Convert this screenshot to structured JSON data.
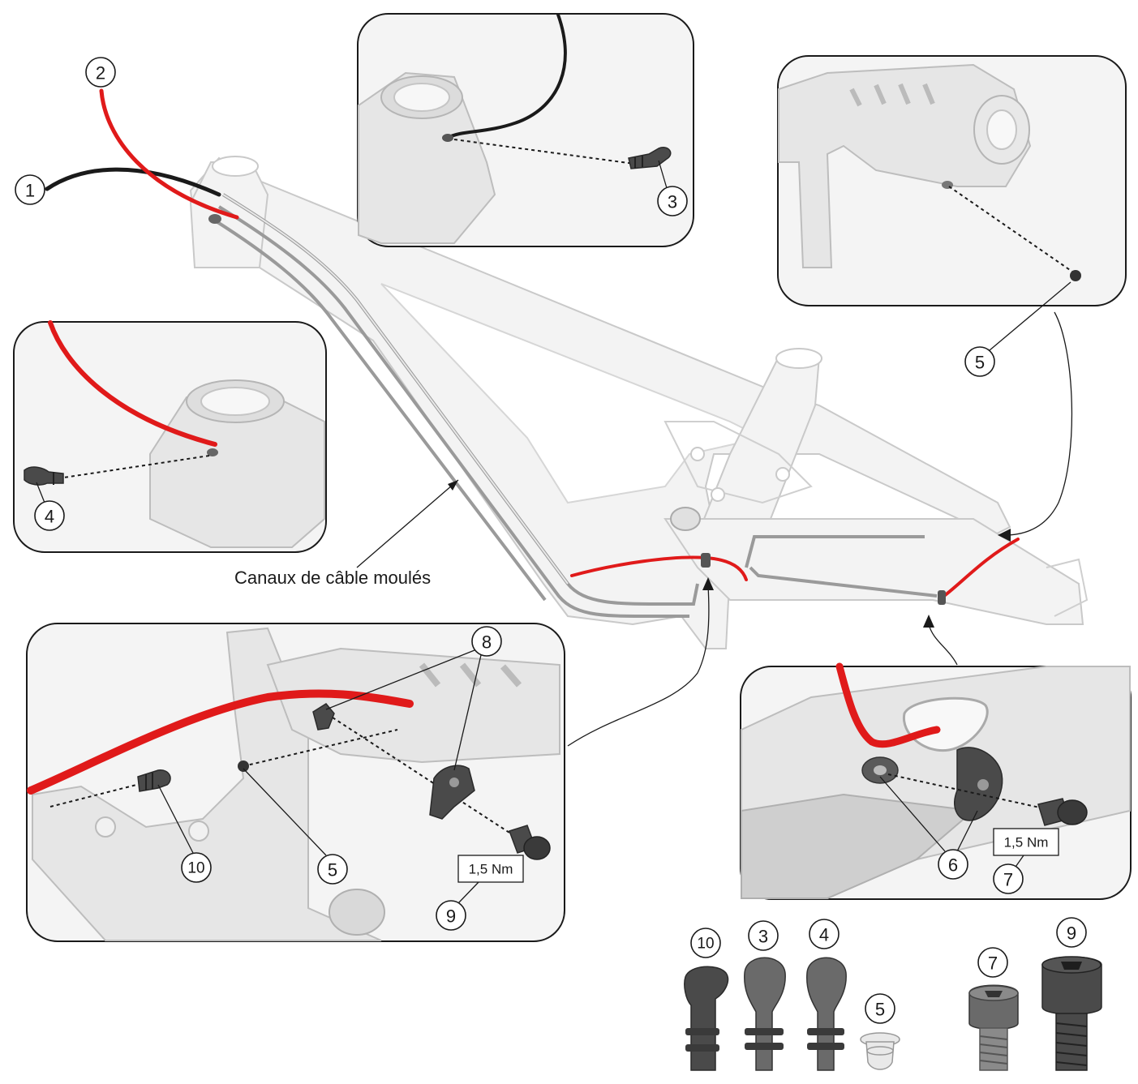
{
  "caption": "Canaux de câble moulés",
  "torque": {
    "screw_9": "1,5 Nm",
    "screw_7": "1,5 Nm"
  },
  "callouts": {
    "c1": "1",
    "c2": "2",
    "c3": "3",
    "c4": "4",
    "c5_top": "5",
    "c8": "8",
    "c10": "10",
    "c5_bb": "5",
    "c9": "9",
    "c6": "6",
    "c7": "7",
    "p10": "10",
    "p3": "3",
    "p4": "4",
    "p5": "5",
    "p7": "7",
    "p9": "9"
  },
  "colors": {
    "cable_red": "#e01a1a",
    "cable_black": "#1a1a1a",
    "frame": "#f3f3f3",
    "part_dark": "#4a4a4a"
  }
}
